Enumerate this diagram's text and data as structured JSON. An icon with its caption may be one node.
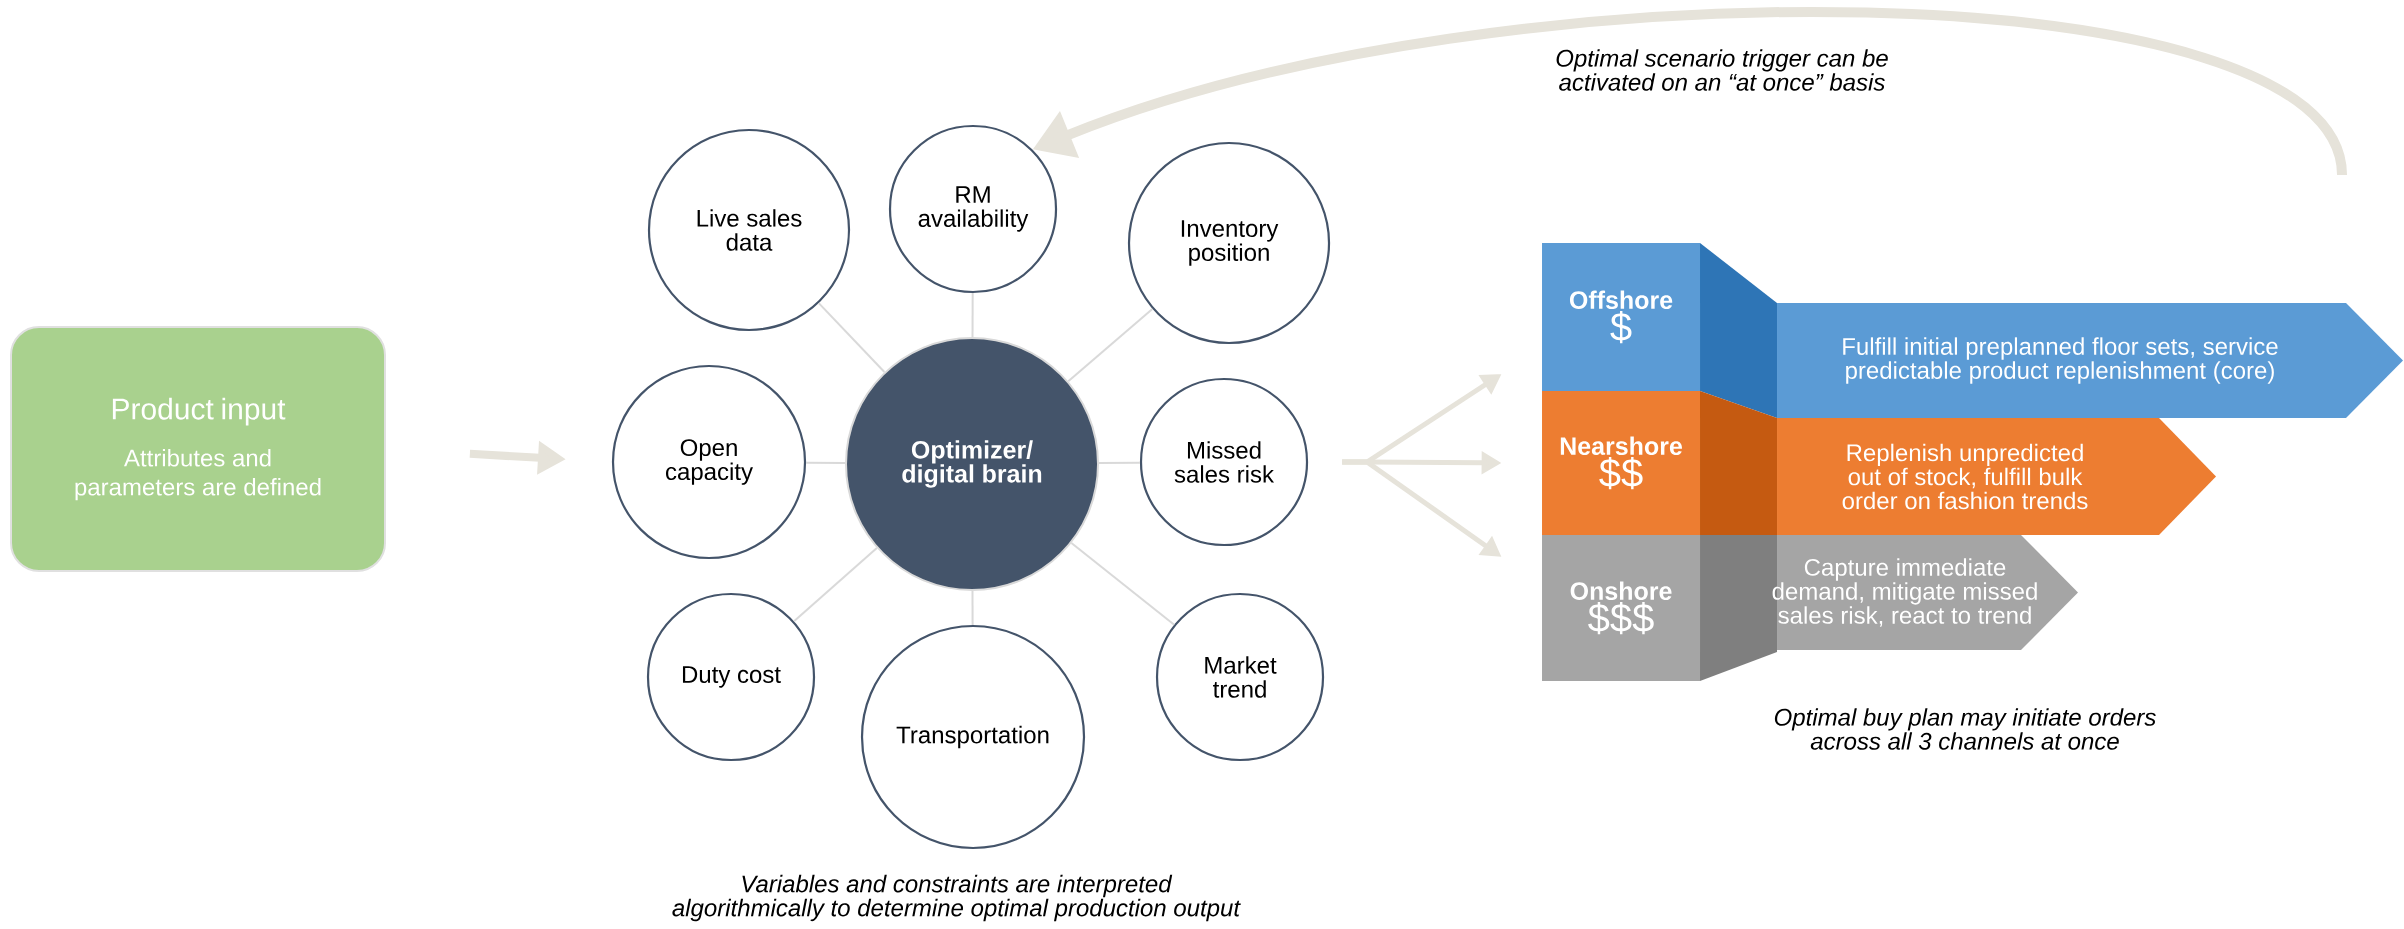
{
  "diagram": {
    "nodes": [
      {
        "text": [
          "Product input",
          "Attributes and parameters are defined"
        ]
      },
      {
        "text": [
          "Optimizer/ digital brain"
        ]
      },
      {
        "text": [
          "Live sales data"
        ]
      },
      {
        "text": [
          "RM availability"
        ]
      },
      {
        "text": [
          "Inventory position"
        ]
      },
      {
        "text": [
          "Open capacity"
        ]
      },
      {
        "text": [
          "Missed sales risk"
        ]
      },
      {
        "text": [
          "Duty cost"
        ]
      },
      {
        "text": [
          "Transportation"
        ]
      },
      {
        "text": [
          "Market trend"
        ]
      },
      {
        "text": [
          "Offshore",
          "$"
        ]
      },
      {
        "text": [
          "Fulfill initial preplanned floor sets, service predictable product replenishment (core)"
        ]
      },
      {
        "text": [
          "Nearshore",
          "$$"
        ]
      },
      {
        "text": [
          "Replenish unpredicted out of stock, fulfill bulk order on fashion trends"
        ]
      },
      {
        "text": [
          "Onshore",
          "$$$"
        ]
      },
      {
        "text": [
          "Capture immediate demand, mitigate missed sales risk, react to trend"
        ]
      }
    ],
    "edges": [
      {
        "from": 0,
        "to": 5,
        "arrow": "to",
        "style": "thick"
      },
      {
        "from": 1,
        "to": 2,
        "arrow": "none"
      },
      {
        "from": 1,
        "to": 3,
        "arrow": "none"
      },
      {
        "from": 1,
        "to": 4,
        "arrow": "none"
      },
      {
        "from": 1,
        "to": 5,
        "arrow": "none"
      },
      {
        "from": 1,
        "to": 6,
        "arrow": "none"
      },
      {
        "from": 1,
        "to": 7,
        "arrow": "none"
      },
      {
        "from": 1,
        "to": 8,
        "arrow": "none"
      },
      {
        "from": 1,
        "to": 9,
        "arrow": "none"
      },
      {
        "from": 6,
        "to": 10,
        "arrow": "to"
      },
      {
        "from": 6,
        "to": 12,
        "arrow": "to"
      },
      {
        "from": 6,
        "to": 14,
        "arrow": "to"
      },
      {
        "from": null,
        "to": 3,
        "arrow": "to",
        "style": "thick"
      }
    ],
    "labels": [
      "Optimal scenario trigger can be activated on an “at once” basis",
      "Optimal buy plan may initiate orders across all 3 channels at once",
      "Variables and constraints are interpreted algorithmically to determine optimal production output"
    ]
  }
}
